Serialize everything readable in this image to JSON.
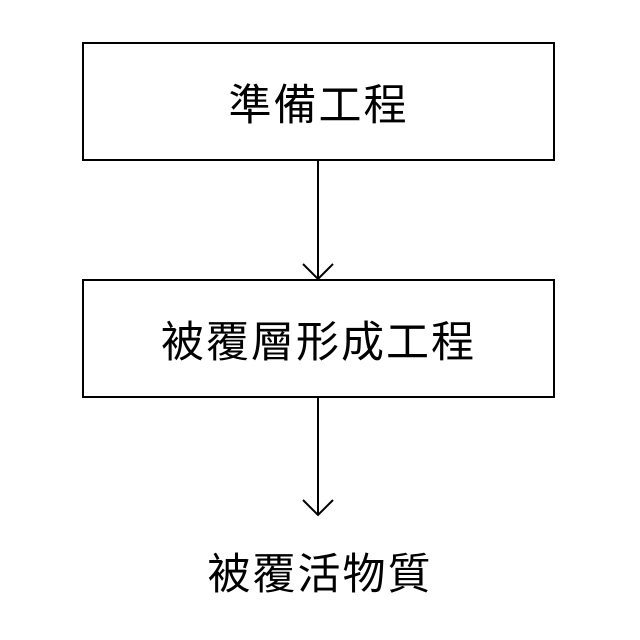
{
  "flowchart": {
    "steps": [
      {
        "label": "準備工程"
      },
      {
        "label": "被覆層形成工程"
      }
    ],
    "result": {
      "label": "被覆活物質"
    }
  }
}
